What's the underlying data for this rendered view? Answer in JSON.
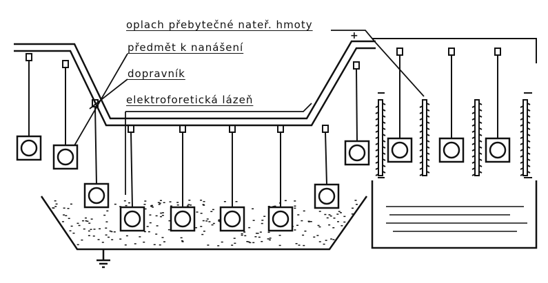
{
  "labels": {
    "rinse": "oplach přebytečné nateř. hmoty",
    "object": "předmět k nanášení",
    "conveyor": "dopravník",
    "bath": "elektroforetická lázeň"
  },
  "polarity": "+"
}
